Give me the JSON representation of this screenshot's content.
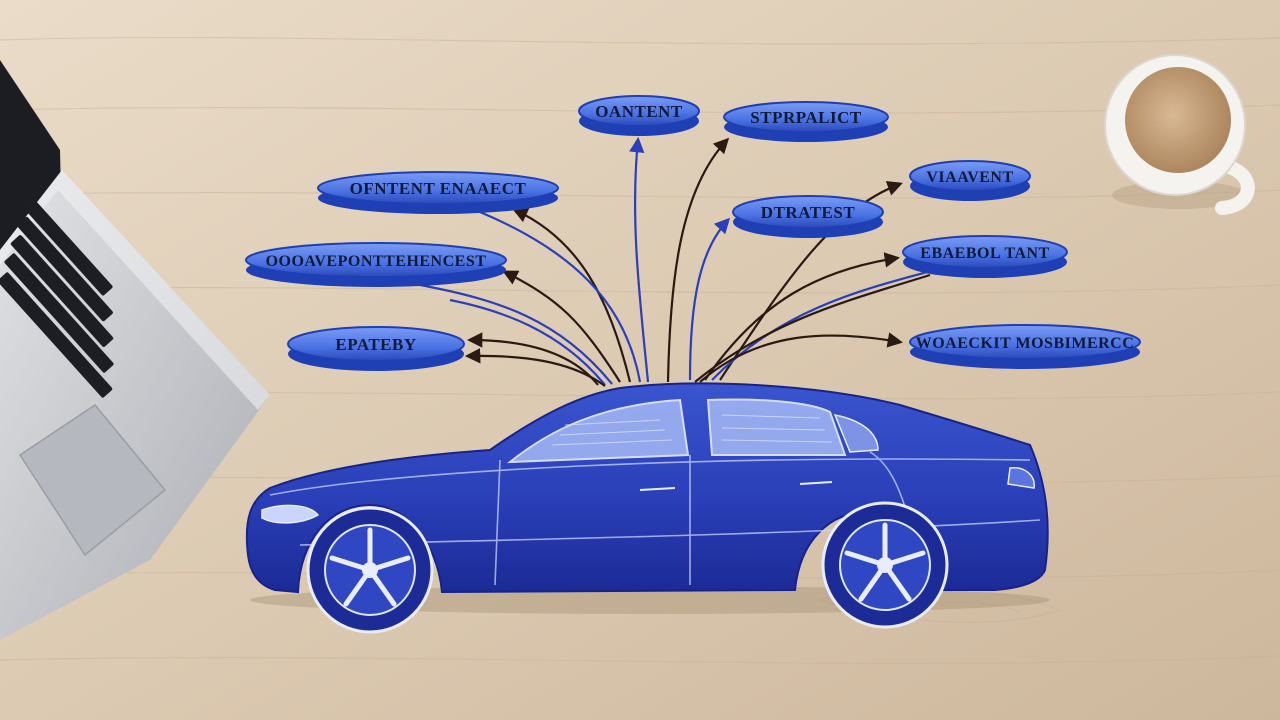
{
  "colors": {
    "desk_light": "#e6d7c4",
    "desk_mid": "#d7c3aa",
    "desk_dark": "#c9b296",
    "bubble_fill": "#4f79e8",
    "bubble_rim": "#1f3fb5",
    "car_blue": "#2a3fb8",
    "car_dark": "#17238a",
    "arrow_black": "#2a1a12",
    "arrow_blue": "#2a3fb8",
    "laptop_silver": "#c9cbcf",
    "mug_white": "#f5f3ef",
    "coffee": "#c9a67e"
  },
  "bubbles": [
    {
      "id": "b1",
      "label": "OANTENT"
    },
    {
      "id": "b2",
      "label": "STPRPALICT"
    },
    {
      "id": "b3",
      "label": "OFNTENT ENAAECT"
    },
    {
      "id": "b4",
      "label": "VIAAVENT"
    },
    {
      "id": "b5",
      "label": "DTRATEST"
    },
    {
      "id": "b6",
      "label": "OOOAVEPONTTEHENCEST"
    },
    {
      "id": "b7",
      "label": "EBAEBOL TANT"
    },
    {
      "id": "b8",
      "label": "EPATEBY"
    },
    {
      "id": "b9",
      "label": "WOAECKIT MOSBIMERCC"
    }
  ],
  "icons": {
    "laptop": "laptop-icon",
    "coffee_mug": "coffee-mug-icon",
    "car": "car-icon"
  }
}
